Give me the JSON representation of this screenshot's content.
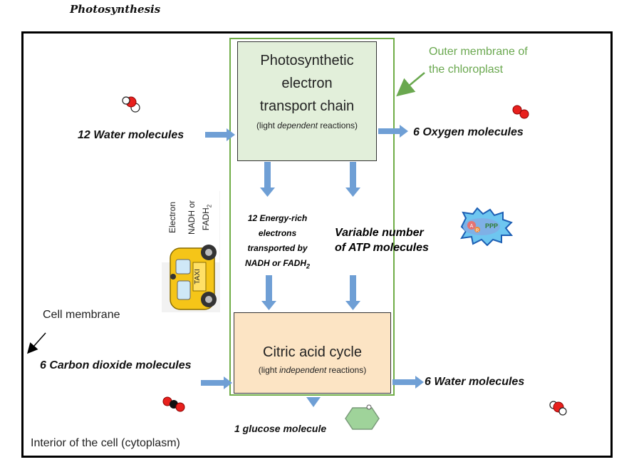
{
  "title": "Photosynthesis",
  "etc": {
    "line1": "Photosynthetic",
    "line2": "electron",
    "line3": "transport chain",
    "sub_pre": "(light ",
    "sub_em": "dependent",
    "sub_post": " reactions)"
  },
  "cac": {
    "title": "Citric acid cycle",
    "sub_pre": "(light ",
    "sub_em": "independent",
    "sub_post": " reactions)"
  },
  "labels": {
    "outer_membrane_1": "Outer membrane of",
    "outer_membrane_2": "the chloroplast",
    "water_in": "12 Water molecules",
    "oxygen_out": "6 Oxygen molecules",
    "energy_1": "12 Energy-rich",
    "energy_2": "electrons",
    "energy_3": "transported by",
    "energy_4": "NADH or FADH",
    "energy_sub": "2",
    "atp_1": "Variable number",
    "atp_2": "of ATP molecules",
    "cell_membrane": "Cell membrane",
    "co2_in": "6 Carbon dioxide molecules",
    "water_out": "6 Water molecules",
    "glucose": "1 glucose molecule",
    "interior": "Interior of the cell (cytoplasm)"
  },
  "taxi": {
    "electron": "Electron",
    "nadh_or": "NADH or",
    "fadh": "FADH",
    "fadh_sub": "2",
    "sign": "TAXI"
  },
  "atp_icon": {
    "letters": "PPP",
    "a": "A",
    "r": "R"
  },
  "colors": {
    "arrow_blue": "#6f9fd5",
    "chloroplast_green": "#70ad47",
    "etc_fill": "#e2efda",
    "cac_fill": "#fce4c4",
    "oxygen_red": "#e8201d"
  }
}
